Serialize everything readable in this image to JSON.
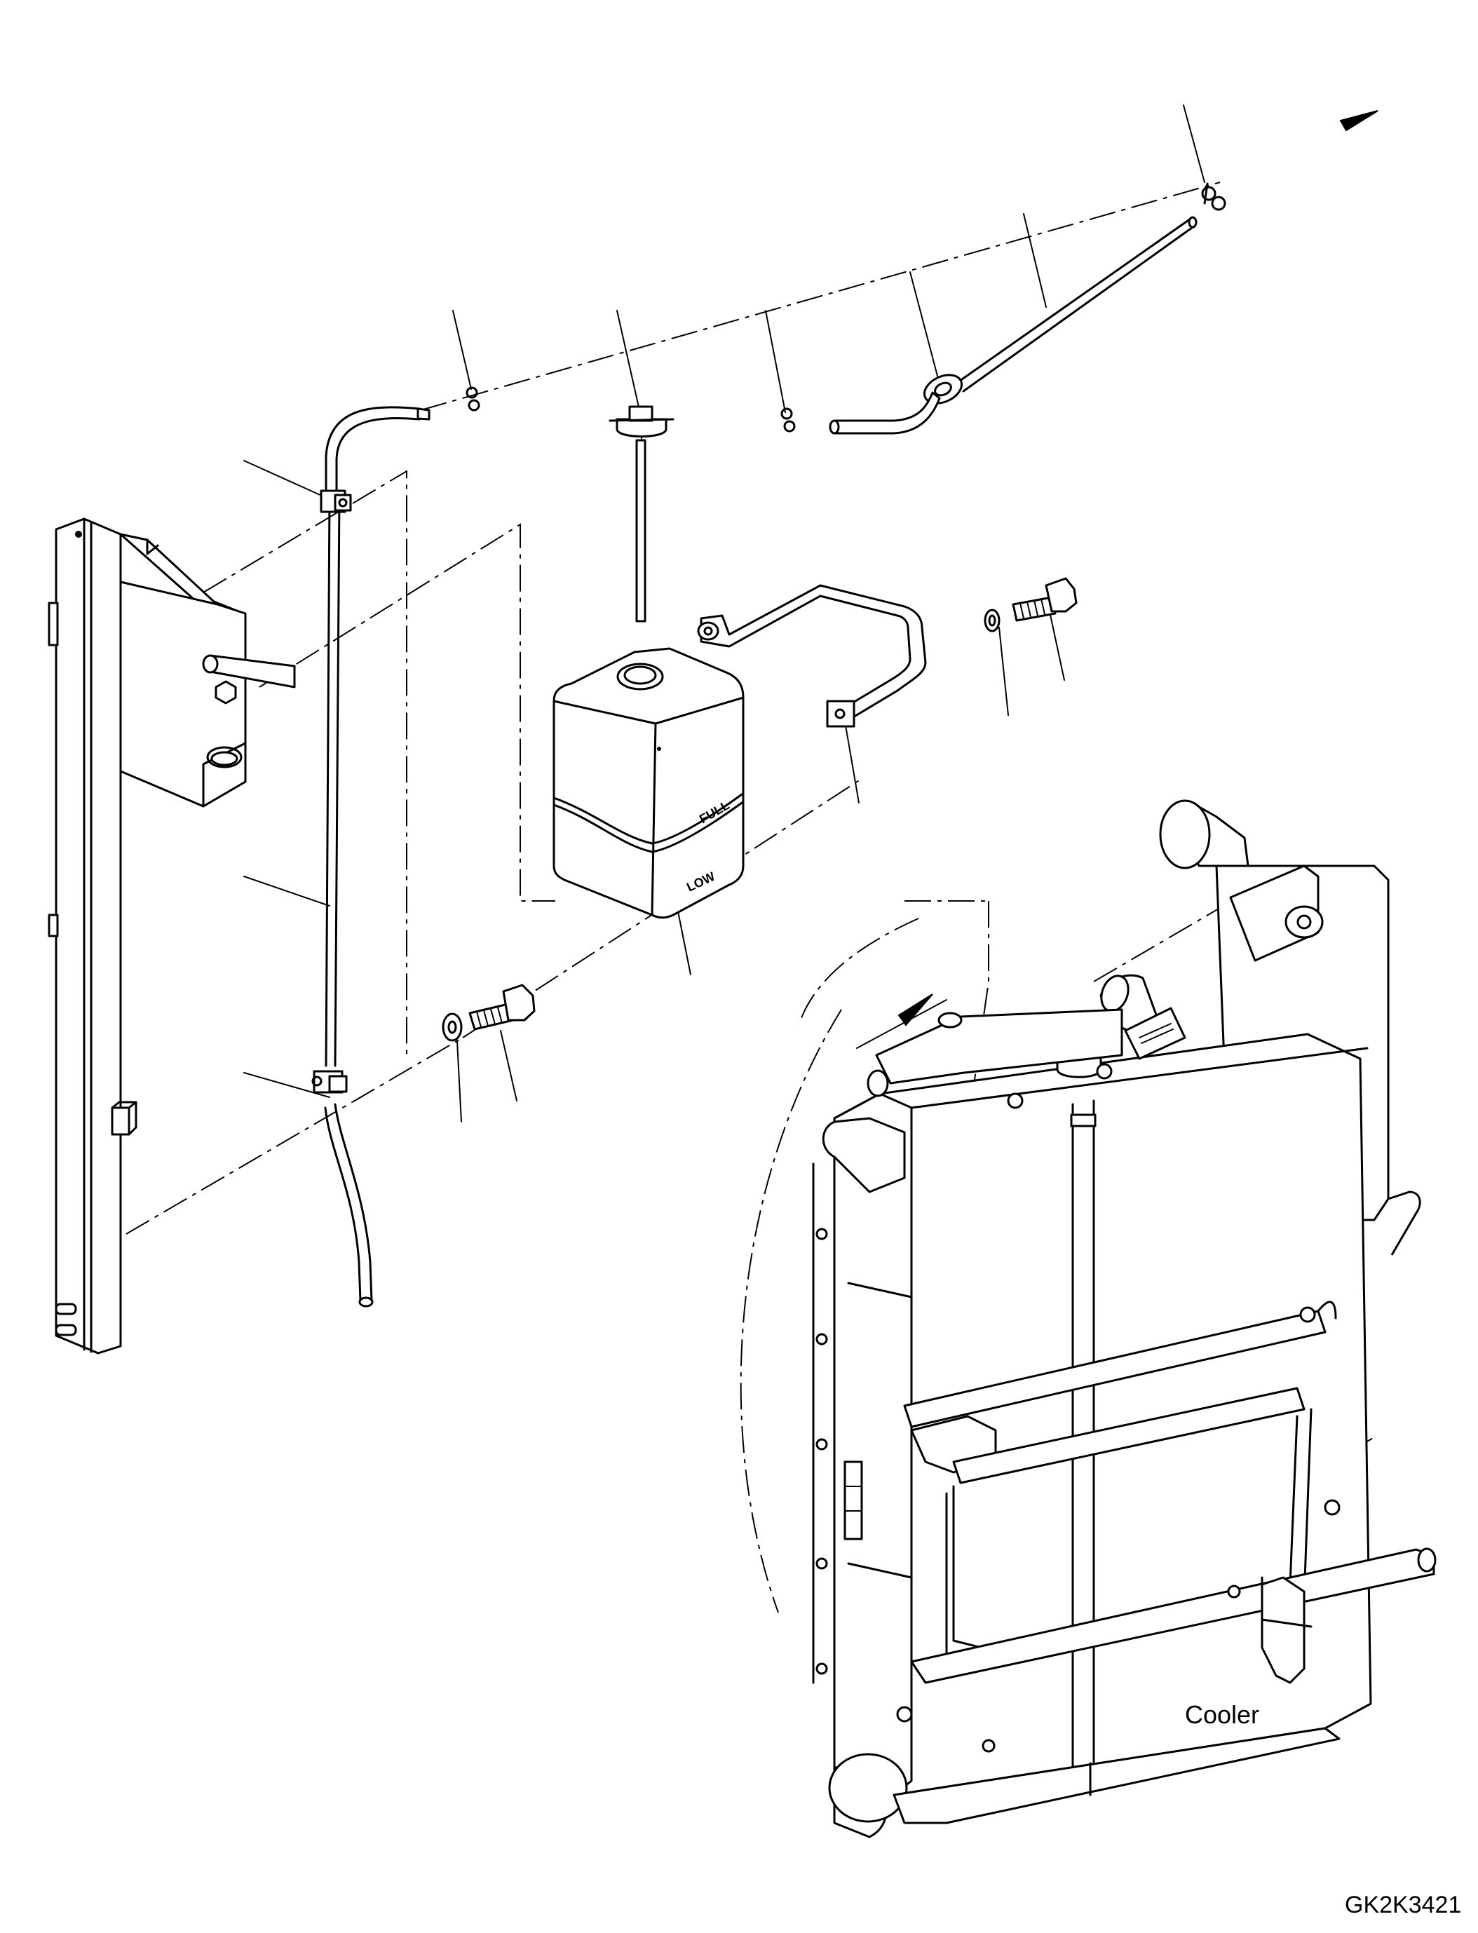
{
  "labels": {
    "cooler": "Cooler",
    "drawing_code": "GK2K3421",
    "tank_full": "FULL",
    "tank_low": "LOW"
  }
}
